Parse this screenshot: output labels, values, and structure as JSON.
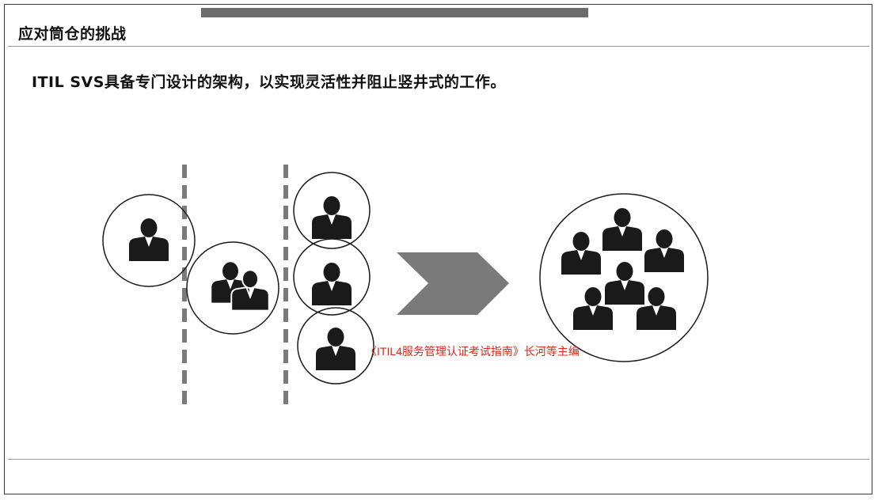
{
  "slide": {
    "section_title": "应对筒仓的挑战",
    "headline": "ITIL SVS具备专门设计的架构，以实现灵活性并阻止竖井式的工作。",
    "credit": "《ITIL4服务管理认证考试指南》长河等主编"
  },
  "colors": {
    "icon": "#1a1a1a",
    "divider": "#7a7a7a",
    "arrow": "#7a7a7a",
    "credit": "#e2231a",
    "top_bar": "#6b6b6b"
  },
  "icons": [
    "person-icon",
    "chevron-arrow-icon"
  ]
}
